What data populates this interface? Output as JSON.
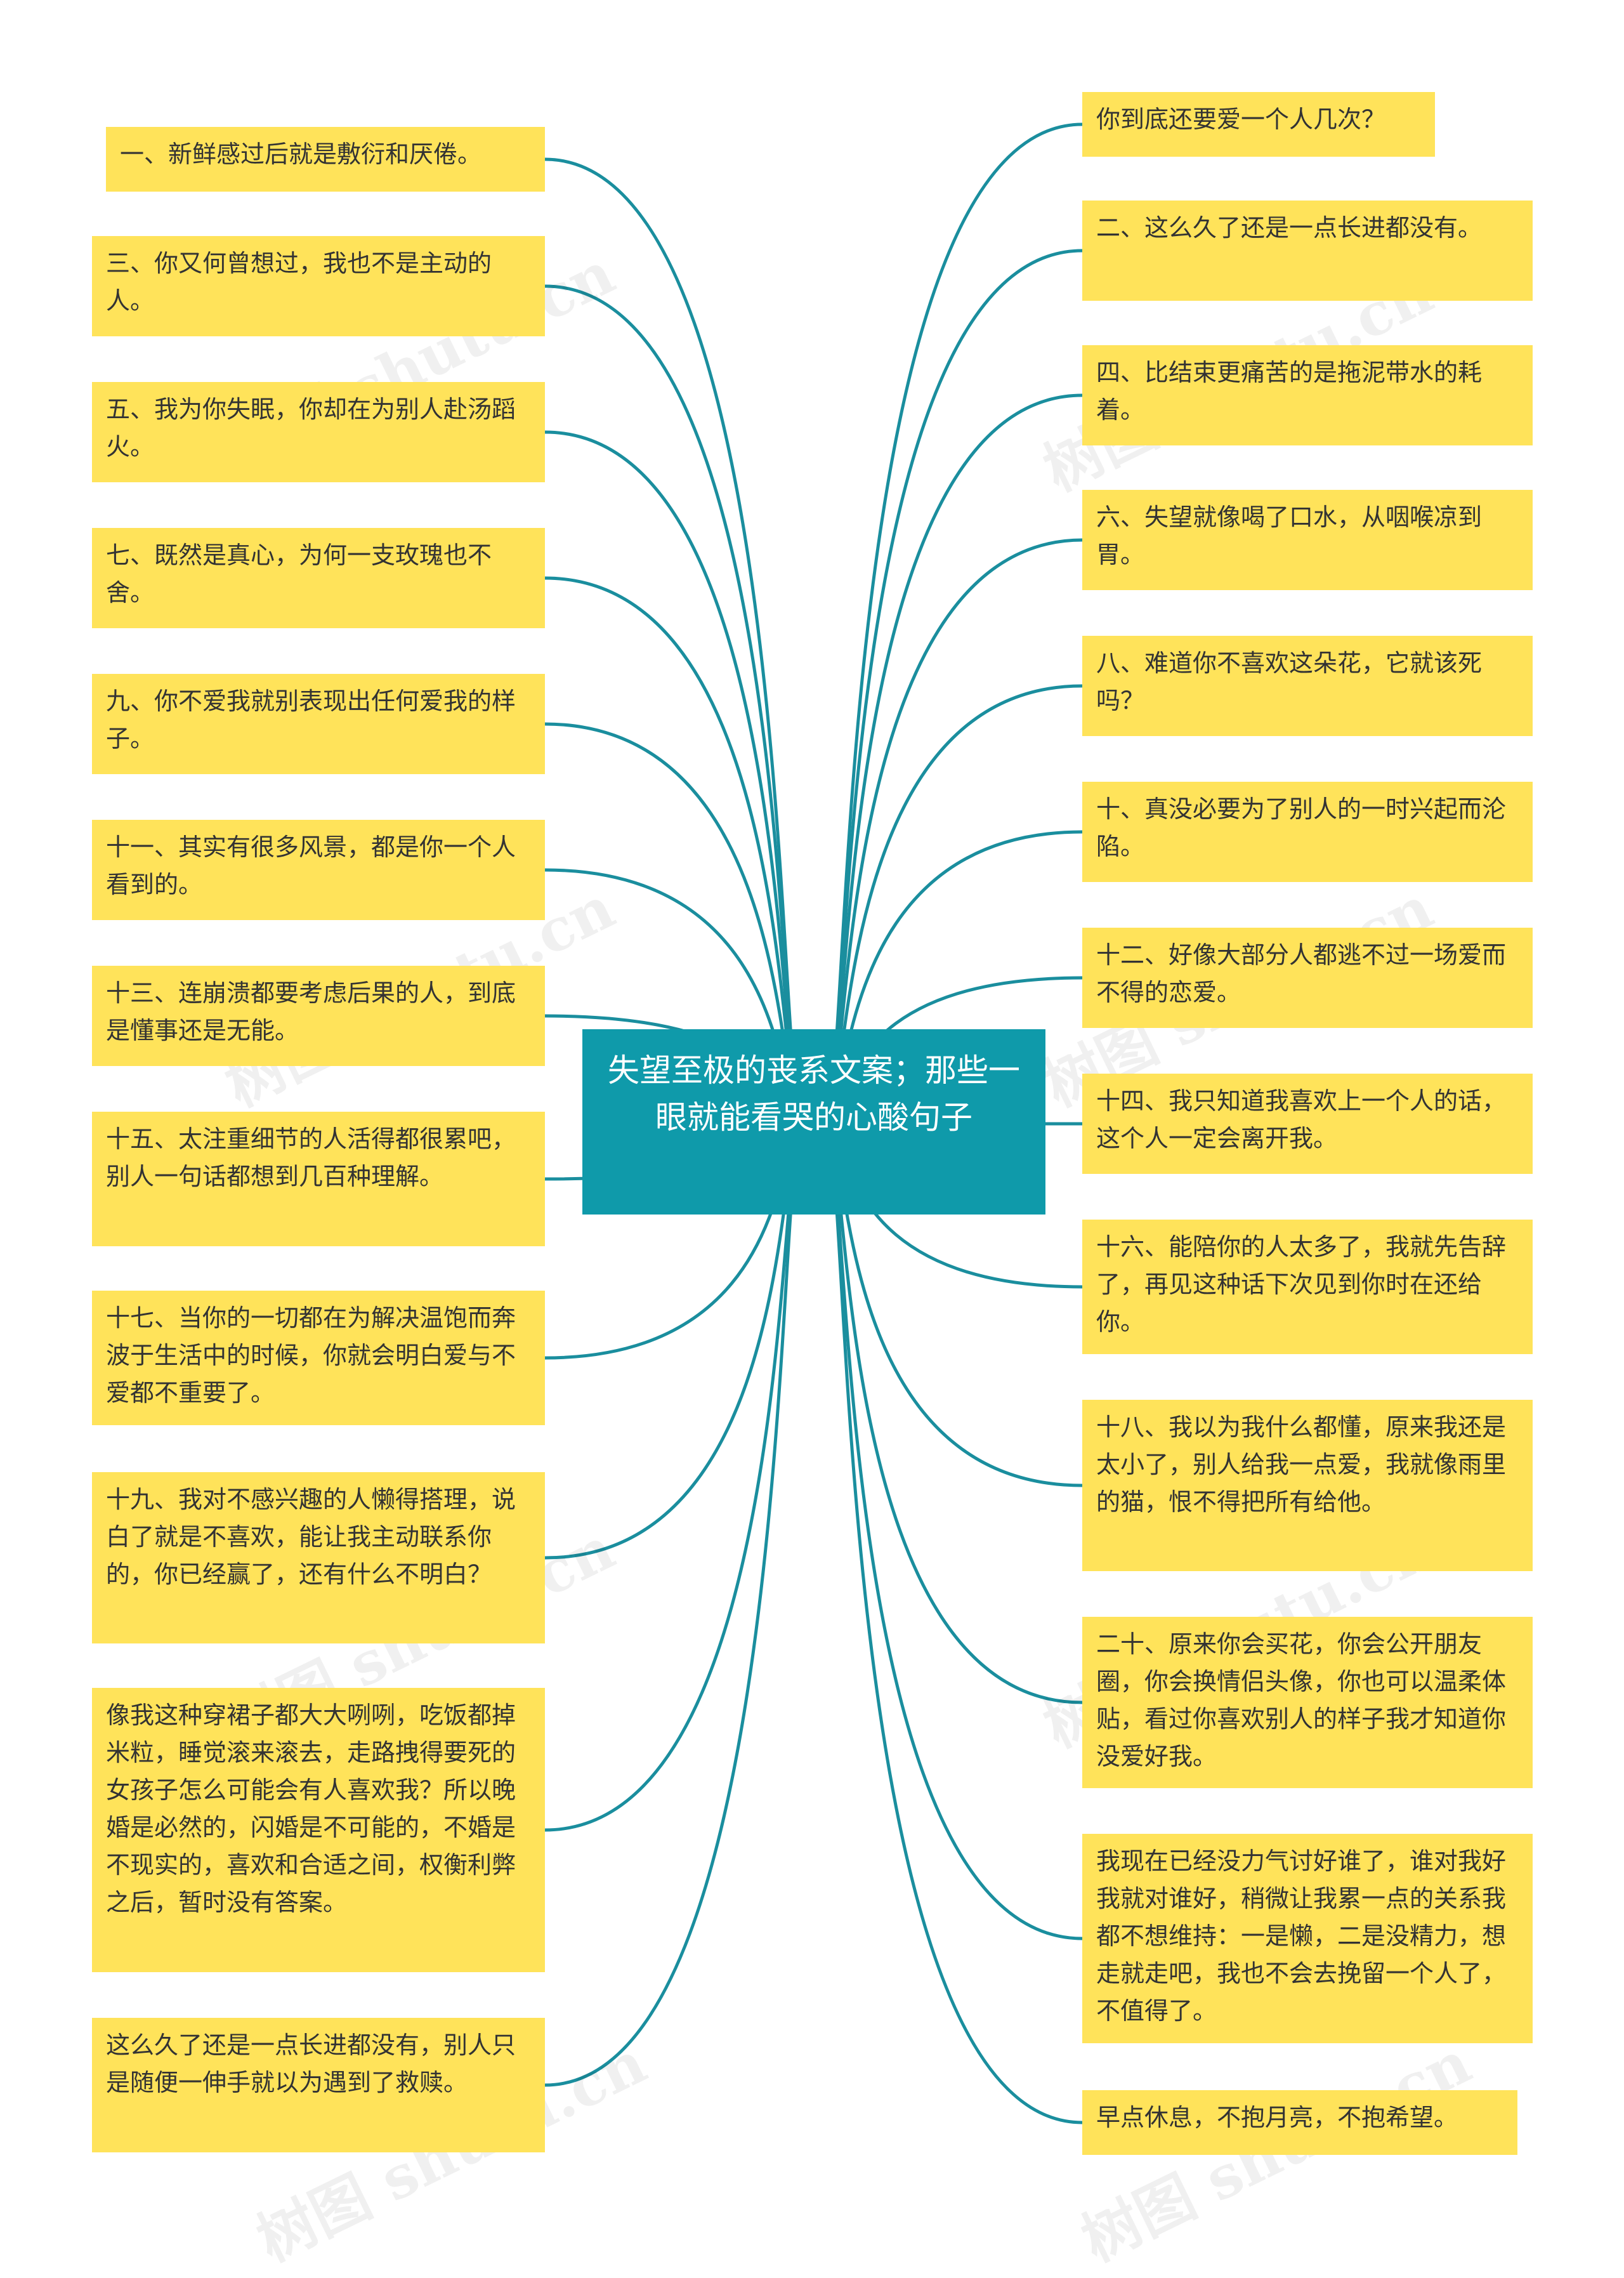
{
  "root": {
    "title": "失望至极的丧系文案；那些一眼就能看哭的心酸句子"
  },
  "left_nodes": [
    {
      "text": "一、新鲜感过后就是敷衍和厌倦。"
    },
    {
      "text": "三、你又何曾想过，我也不是主动的人。"
    },
    {
      "text": "五、我为你失眠，你却在为别人赴汤蹈火。"
    },
    {
      "text": "七、既然是真心，为何一支玫瑰也不舍。"
    },
    {
      "text": "九、你不爱我就别表现出任何爱我的样子。"
    },
    {
      "text": "十一、其实有很多风景，都是你一个人看到的。"
    },
    {
      "text": "十三、连崩溃都要考虑后果的人，到底是懂事还是无能。"
    },
    {
      "text": "十五、太注重细节的人活得都很累吧，别人一句话都想到几百种理解。"
    },
    {
      "text": "十七、当你的一切都在为解决温饱而奔波于生活中的时候，你就会明白爱与不爱都不重要了。"
    },
    {
      "text": "十九、我对不感兴趣的人懒得搭理，说白了就是不喜欢，能让我主动联系你的，你已经赢了，还有什么不明白？"
    },
    {
      "text": "像我这种穿裙子都大大咧咧，吃饭都掉米粒，睡觉滚来滚去，走路拽得要死的女孩子怎么可能会有人喜欢我？所以晚婚是必然的，闪婚是不可能的，不婚是不现实的，喜欢和合适之间，权衡利弊之后，暂时没有答案。"
    },
    {
      "text": "这么久了还是一点长进都没有，别人只是随便一伸手就以为遇到了救赎。"
    }
  ],
  "right_nodes": [
    {
      "text": "你到底还要爱一个人几次？"
    },
    {
      "text": "二、这么久了还是一点长进都没有。"
    },
    {
      "text": "四、比结束更痛苦的是拖泥带水的耗着。"
    },
    {
      "text": "六、失望就像喝了口水，从咽喉凉到胃。"
    },
    {
      "text": "八、难道你不喜欢这朵花，它就该死吗？"
    },
    {
      "text": "十、真没必要为了别人的一时兴起而沦陷。"
    },
    {
      "text": "十二、好像大部分人都逃不过一场爱而不得的恋爱。"
    },
    {
      "text": "十四、我只知道我喜欢上一个人的话，这个人一定会离开我。"
    },
    {
      "text": "十六、能陪你的人太多了，我就先告辞了，再见这种话下次见到你时在还给你。"
    },
    {
      "text": "十八、我以为我什么都懂，原来我还是太小了，别人给我一点爱，我就像雨里的猫，恨不得把所有给他。"
    },
    {
      "text": "二十、原来你会买花，你会公开朋友圈，你会换情侣头像，你也可以温柔体贴，看过你喜欢别人的样子我才知道你没爱好我。"
    },
    {
      "text": "我现在已经没力气讨好谁了，谁对我好我就对谁好，稍微让我累一点的关系我都不想维持：一是懒，二是没精力，想走就走吧，我也不会去挽留一个人了，不值得了。"
    },
    {
      "text": "早点休息，不抱月亮，不抱希望。"
    }
  ],
  "watermark": "树图 shutu.cn",
  "colors": {
    "root_fill": "#0f9aaa",
    "node_fill": "#ffe35a",
    "link": "#1a8e9e"
  }
}
